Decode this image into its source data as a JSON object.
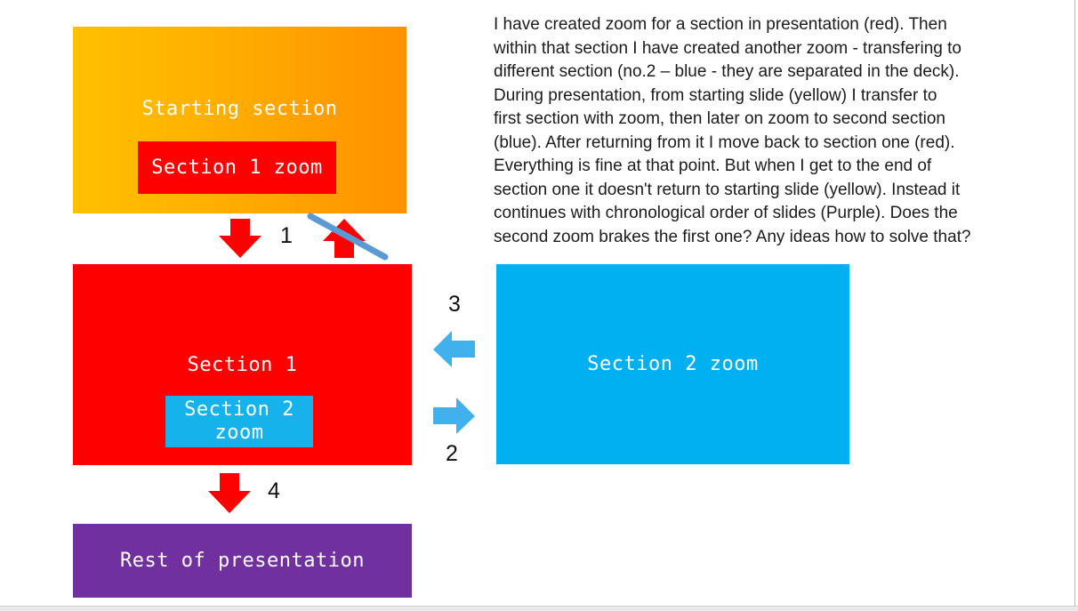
{
  "question": {
    "lines": [
      "I have created zoom for a section in presentation (red). Then",
      "within that section I have created another zoom - transfering to",
      "different section (no.2 – blue - they are separated in the deck).",
      "During presentation, from starting slide (yellow) I transfer to",
      "first section with zoom, then later on zoom to second section",
      "(blue). After returning from it I move back to section one (red).",
      "Everything is fine at that point. But when I get to the end of",
      "section one it doesn't return to starting slide (yellow). Instead it",
      "continues with chronological order of slides (Purple). Does the",
      "second zoom brakes the first one? Any ideas how to solve that?"
    ]
  },
  "diagram": {
    "boxes": {
      "starting_section": "Starting section",
      "section1_zoom": "Section 1 zoom",
      "section1": "Section 1",
      "section2_zoom_inner": "Section 2 zoom",
      "section2_zoom": "Section 2 zoom",
      "rest_of_presentation": "Rest of presentation"
    },
    "step_labels": {
      "step1": "1",
      "step2": "2",
      "step3": "3",
      "step4": "4"
    },
    "colors": {
      "starting_gradient_left": "#FFC000",
      "starting_gradient_right": "#FF9100",
      "red": "#FF0000",
      "cyan_box": "#00B0F0",
      "inner_cyan_box": "#16B2EC",
      "purple": "#7030A0",
      "arrow_blue": "#41B1ED",
      "cross_line_blue": "#5B9BD5"
    }
  }
}
